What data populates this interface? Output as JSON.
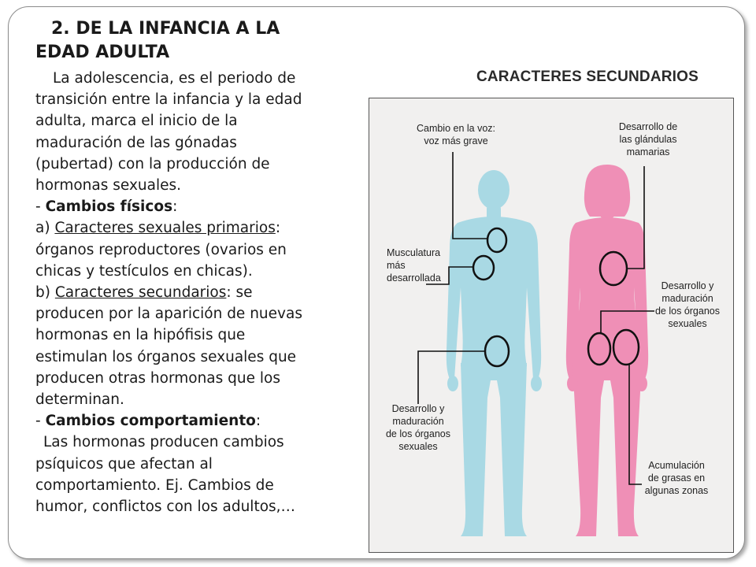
{
  "slide": {
    "heading_line1": "2. DE LA INFANCIA A LA",
    "heading_line2": "EDAD ADULTA",
    "lines": [
      "La adolescencia, es el periodo de",
      "transición entre la infancia y la edad",
      "adulta, marca el inicio de la",
      "maduración de las gónadas",
      "(pubertad) con la producción de",
      "hormonas sexuales."
    ],
    "fisicos_prefix": "- ",
    "fisicos_label": "Cambios físicos",
    "fisicos_suffix": ":",
    "a_prefix": "a) ",
    "a_label": "Caracteres sexuales primarios",
    "a_suffix": ":",
    "a_lines": [
      "órganos reproductores (ovarios en",
      "chicas y testículos en chicas)."
    ],
    "b_prefix": "b) ",
    "b_label": "Caracteres secundarios",
    "b_suffix": ": se",
    "b_lines": [
      "producen por la aparición de nuevas",
      "hormonas en la hipófisis que",
      "estimulan los órganos sexuales que",
      "producen otras hormonas que los",
      "determinan."
    ],
    "comp_prefix": "- ",
    "comp_label": "Cambios comportamiento",
    "comp_suffix": ":",
    "comp_lines": [
      "Las hormonas producen cambios",
      "psíquicos que afectan al",
      "comportamiento. Ej. Cambios de",
      "humor, conflictos con los adultos,…"
    ]
  },
  "figure": {
    "title": "CARACTERES SECUNDARIOS",
    "male_color": "#a9d9e4",
    "female_color": "#ef8fb6",
    "labels": {
      "voz": [
        "Cambio en la voz:",
        "voz más grave"
      ],
      "musculatura": [
        "Musculatura",
        "más",
        "desarrollada"
      ],
      "male_organos": [
        "Desarrollo y",
        "maduración",
        "de los órganos",
        "sexuales"
      ],
      "glandulas": [
        "Desarrollo de",
        "las glándulas",
        "mamarias"
      ],
      "female_organos": [
        "Desarrollo y",
        "maduración",
        "de los órganos",
        "sexuales"
      ],
      "grasas": [
        "Acumulación",
        "de grasas en",
        "algunas zonas"
      ]
    }
  }
}
